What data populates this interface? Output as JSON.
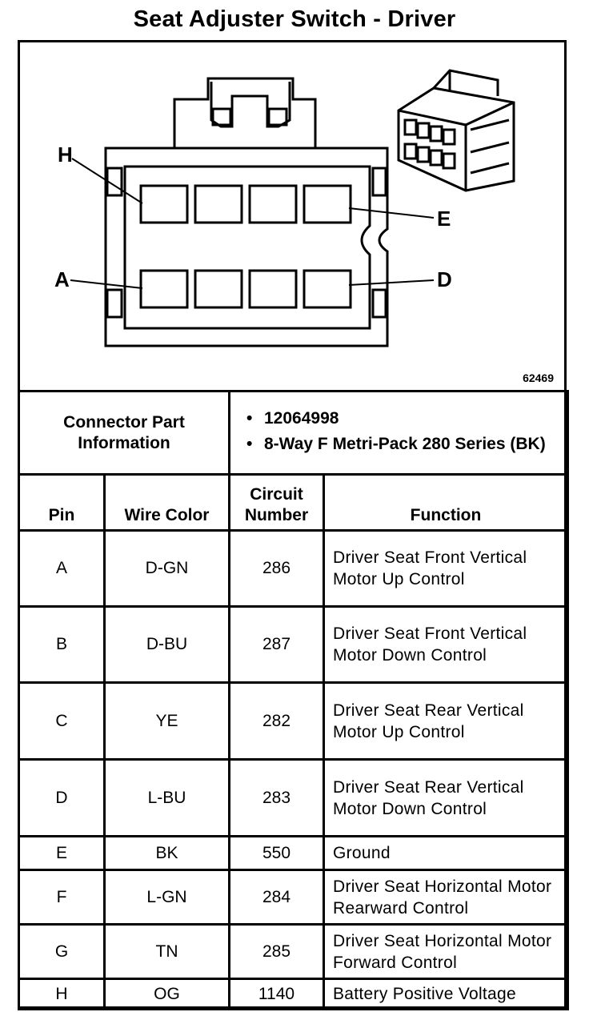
{
  "title": "Seat Adjuster Switch - Driver",
  "figure_number": "62469",
  "pin_callouts": {
    "h": "H",
    "e": "E",
    "a": "A",
    "d": "D"
  },
  "connector_info": {
    "label": "Connector Part Information",
    "bullets": [
      "12064998",
      "8-Way F Metri-Pack 280 Series (BK)"
    ]
  },
  "headers": {
    "pin": "Pin",
    "wire_color": "Wire Color",
    "circuit_number": "Circuit Number",
    "function": "Function"
  },
  "rows": [
    {
      "pin": "A",
      "wire": "D-GN",
      "circuit": "286",
      "function": "Driver Seat Front Vertical Motor Up Control"
    },
    {
      "pin": "B",
      "wire": "D-BU",
      "circuit": "287",
      "function": "Driver Seat Front Vertical Motor Down Control"
    },
    {
      "pin": "C",
      "wire": "YE",
      "circuit": "282",
      "function": "Driver Seat Rear Vertical Motor Up Control"
    },
    {
      "pin": "D",
      "wire": "L-BU",
      "circuit": "283",
      "function": "Driver Seat Rear Vertical Motor Down Control"
    },
    {
      "pin": "E",
      "wire": "BK",
      "circuit": "550",
      "function": "Ground"
    },
    {
      "pin": "F",
      "wire": "L-GN",
      "circuit": "284",
      "function": "Driver Seat Horizontal Motor Rearward Control"
    },
    {
      "pin": "G",
      "wire": "TN",
      "circuit": "285",
      "function": "Driver Seat Horizontal Motor Forward Control"
    },
    {
      "pin": "H",
      "wire": "OG",
      "circuit": "1140",
      "function": "Battery Positive Voltage"
    }
  ]
}
